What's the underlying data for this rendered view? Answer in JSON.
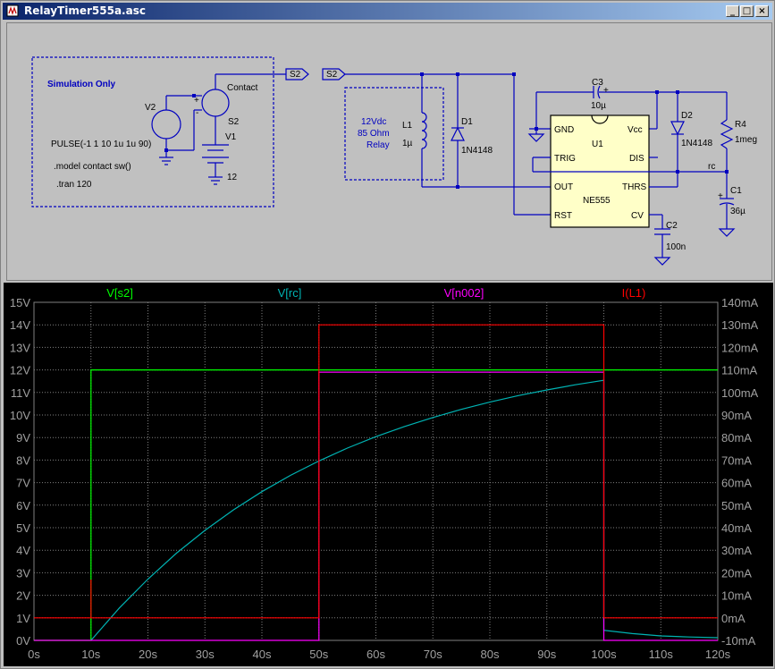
{
  "window": {
    "title": "RelayTimer555a.asc",
    "min_label": "_",
    "max_label": "□",
    "close_label": "×"
  },
  "schematic": {
    "box_label": "Simulation Only",
    "v2_label": "V2",
    "v2_pulse": "PULSE(-1 1 10 1u 1u 90)",
    "model_directive": ".model contact sw()",
    "tran_directive": ".tran 120",
    "contact_label": "Contact",
    "s2_switch_label": "S2",
    "v1_label": "V1",
    "v1_value": "12",
    "net_s2_out": "S2",
    "net_s2_in": "S2",
    "relay_note": [
      "12Vdc",
      "85 Ohm",
      "Relay"
    ],
    "l1_label": "L1",
    "l1_value": "1µ",
    "d1_label": "D1",
    "d1_value": "1N4148",
    "c3_label": "C3",
    "c3_value": "10µ",
    "plus_sign": "+",
    "minus_sign": "-",
    "u1_label": "U1",
    "u1_part": "NE555",
    "pins": {
      "gnd": "GND",
      "vcc": "Vcc",
      "trig": "TRIG",
      "dis": "DIS",
      "out": "OUT",
      "thrs": "THRS",
      "rst": "RST",
      "cv": "CV"
    },
    "d2_label": "D2",
    "d2_value": "1N4148",
    "r4_label": "R4",
    "r4_value": "1meg",
    "rc_label": "rc",
    "c1_label": "C1",
    "c1_value": "36µ",
    "c2_label": "C2",
    "c2_value": "100n"
  },
  "colors": {
    "vs2": "#00ff00",
    "vrc": "#00b3b3",
    "vn002": "#ff00ff",
    "il1": "#ff0000",
    "wire": "#0000c0",
    "grid": "#808080",
    "axis_text": "#a0a0a0"
  },
  "chart_data": {
    "type": "line",
    "x_unit": "s",
    "xlim": [
      0,
      120
    ],
    "x_ticks": [
      "0s",
      "10s",
      "20s",
      "30s",
      "40s",
      "50s",
      "60s",
      "70s",
      "80s",
      "90s",
      "100s",
      "110s",
      "120s"
    ],
    "y_left_ticks": [
      "0V",
      "1V",
      "2V",
      "3V",
      "4V",
      "5V",
      "6V",
      "7V",
      "8V",
      "9V",
      "10V",
      "11V",
      "12V",
      "13V",
      "14V",
      "15V"
    ],
    "y_left_lim": [
      0,
      15
    ],
    "y_right_ticks": [
      "-10mA",
      "0mA",
      "10mA",
      "20mA",
      "30mA",
      "40mA",
      "50mA",
      "60mA",
      "70mA",
      "80mA",
      "90mA",
      "100mA",
      "110mA",
      "120mA",
      "130mA",
      "140mA"
    ],
    "y_right_lim": [
      -10,
      140
    ],
    "grid": true,
    "legend_position": "top",
    "series": [
      {
        "name": "V[s2]",
        "axis": "left",
        "x": [
          0,
          10,
          10,
          120
        ],
        "y": [
          0,
          0,
          12,
          12
        ]
      },
      {
        "name": "V[rc]",
        "axis": "left",
        "x": [
          10,
          15,
          20,
          25,
          30,
          35,
          40,
          45,
          50,
          55,
          60,
          65,
          70,
          75,
          80,
          85,
          90,
          95,
          100,
          100,
          105,
          110,
          115,
          120
        ],
        "y": [
          0,
          1.44,
          2.72,
          3.87,
          4.88,
          5.79,
          6.6,
          7.32,
          7.96,
          8.53,
          9.04,
          9.49,
          9.89,
          10.25,
          10.57,
          10.86,
          11.11,
          11.34,
          11.54,
          0.45,
          0.3,
          0.2,
          0.15,
          0.12
        ]
      },
      {
        "name": "V[n002]",
        "axis": "left",
        "x": [
          0,
          50,
          50,
          100,
          100,
          120
        ],
        "y": [
          0,
          0,
          11.9,
          11.9,
          0,
          0
        ]
      },
      {
        "name": "I(L1)",
        "axis": "right",
        "x": [
          0,
          10,
          10,
          10,
          50,
          50,
          100,
          100,
          120
        ],
        "y": [
          0,
          0,
          17,
          0,
          0,
          130,
          130,
          0,
          0
        ]
      }
    ]
  }
}
